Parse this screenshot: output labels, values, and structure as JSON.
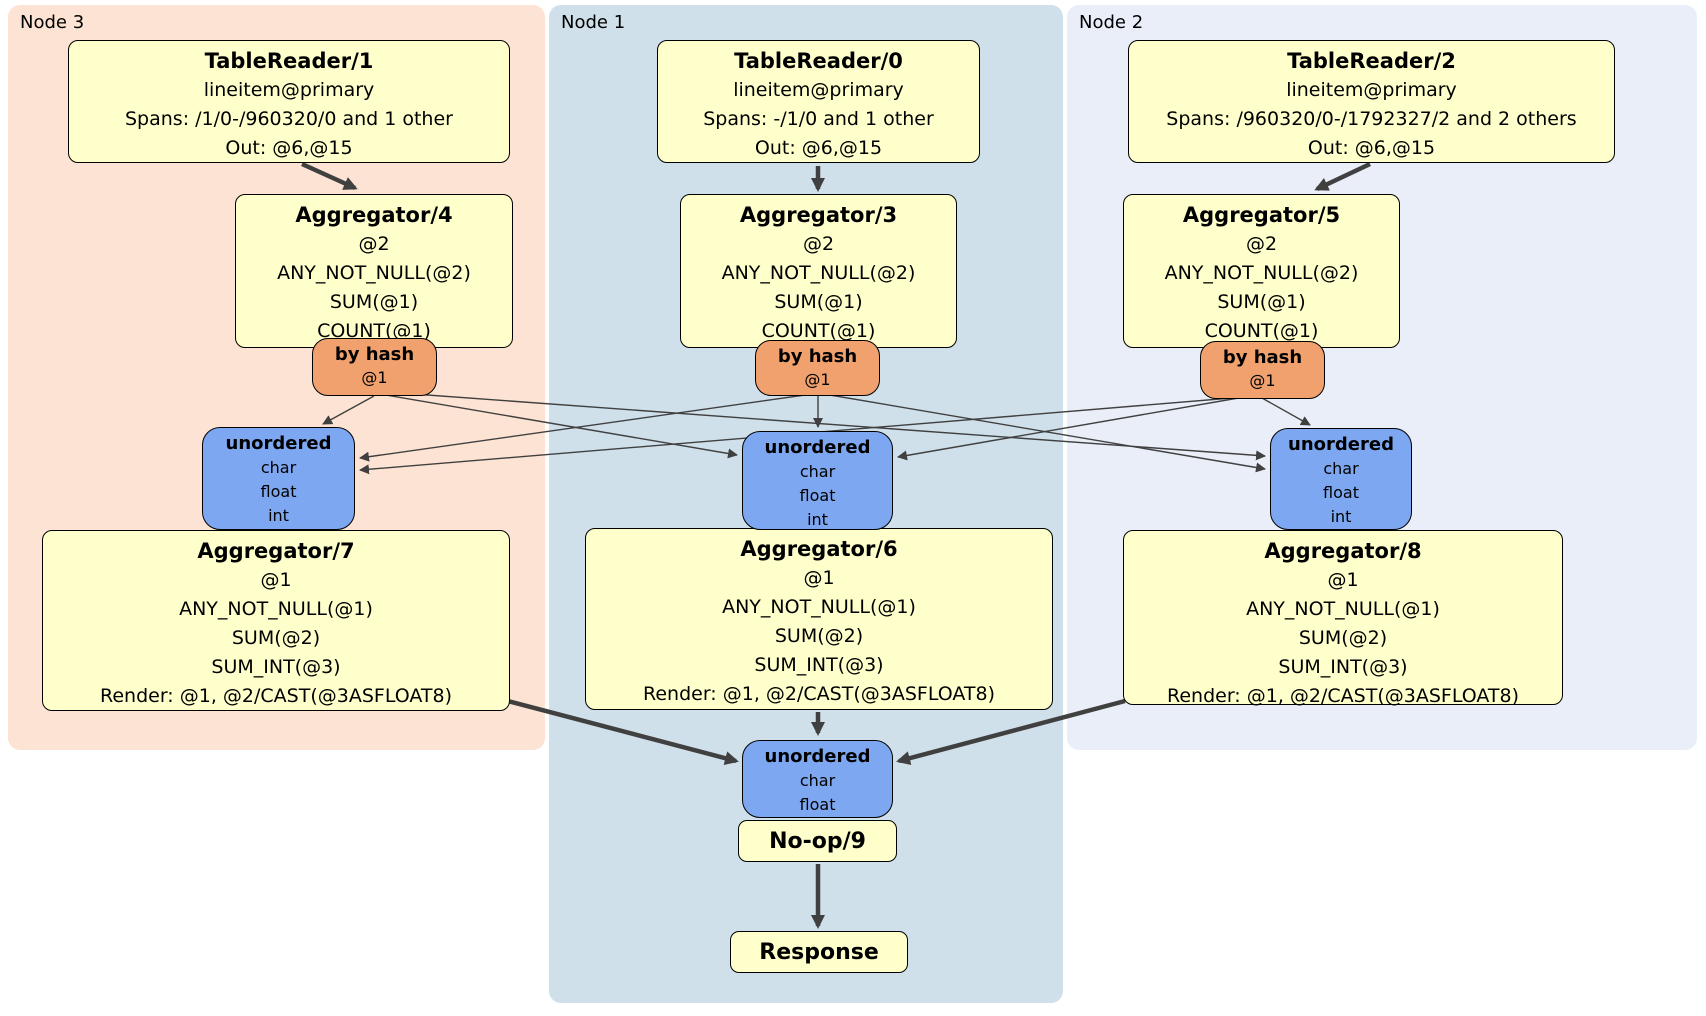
{
  "regions": [
    {
      "label": "Node 3"
    },
    {
      "label": "Node 1"
    },
    {
      "label": "Node 2"
    }
  ],
  "processors": {
    "tr1": {
      "title": "TableReader/1",
      "lines": [
        "lineitem@primary",
        "Spans: /1/0-/960320/0 and 1 other",
        "Out: @6,@15"
      ]
    },
    "tr0": {
      "title": "TableReader/0",
      "lines": [
        "lineitem@primary",
        "Spans: -/1/0 and 1 other",
        "Out: @6,@15"
      ]
    },
    "tr2": {
      "title": "TableReader/2",
      "lines": [
        "lineitem@primary",
        "Spans: /960320/0-/1792327/2 and 2 others",
        "Out: @6,@15"
      ]
    },
    "agg4": {
      "title": "Aggregator/4",
      "lines": [
        "@2",
        "ANY_NOT_NULL(@2)",
        "SUM(@1)",
        "COUNT(@1)"
      ]
    },
    "agg3": {
      "title": "Aggregator/3",
      "lines": [
        "@2",
        "ANY_NOT_NULL(@2)",
        "SUM(@1)",
        "COUNT(@1)"
      ]
    },
    "agg5": {
      "title": "Aggregator/5",
      "lines": [
        "@2",
        "ANY_NOT_NULL(@2)",
        "SUM(@1)",
        "COUNT(@1)"
      ]
    },
    "agg7": {
      "title": "Aggregator/7",
      "lines": [
        "@1",
        "ANY_NOT_NULL(@1)",
        "SUM(@2)",
        "SUM_INT(@3)",
        "Render: @1, @2/CAST(@3ASFLOAT8)"
      ]
    },
    "agg6": {
      "title": "Aggregator/6",
      "lines": [
        "@1",
        "ANY_NOT_NULL(@1)",
        "SUM(@2)",
        "SUM_INT(@3)",
        "Render: @1, @2/CAST(@3ASFLOAT8)"
      ]
    },
    "agg8": {
      "title": "Aggregator/8",
      "lines": [
        "@1",
        "ANY_NOT_NULL(@1)",
        "SUM(@2)",
        "SUM_INT(@3)",
        "Render: @1, @2/CAST(@3ASFLOAT8)"
      ]
    },
    "noop": {
      "title": "No-op/9"
    },
    "response": {
      "title": "Response"
    }
  },
  "routers": {
    "r3": {
      "title": "by hash",
      "detail": "@1"
    },
    "r1": {
      "title": "by hash",
      "detail": "@1"
    },
    "r2": {
      "title": "by hash",
      "detail": "@1"
    }
  },
  "syncs": {
    "s3": {
      "title": "unordered",
      "items": [
        "char",
        "float",
        "int"
      ]
    },
    "s1": {
      "title": "unordered",
      "items": [
        "char",
        "float",
        "int"
      ]
    },
    "s2": {
      "title": "unordered",
      "items": [
        "char",
        "float",
        "int"
      ]
    },
    "sbottom": {
      "title": "unordered",
      "items": [
        "char",
        "float"
      ]
    }
  },
  "colors": {
    "node3_bg": "#fce3d3",
    "node1_bg": "#cfe0ea",
    "node2_bg": "#e9eef8",
    "processor_bg": "#ffffcc",
    "router_bg": "#f0a16e",
    "sync_bg": "#7da7f0",
    "edge": "#404040",
    "border": "#000000"
  }
}
